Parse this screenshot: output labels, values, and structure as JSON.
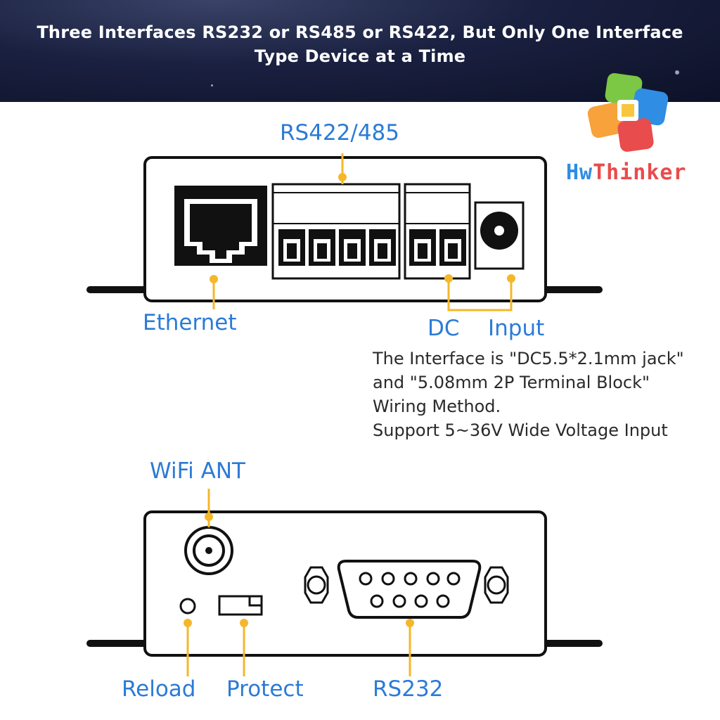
{
  "banner": {
    "title_line1": "Three Interfaces RS232 or RS485 or RS422, But Only One Interface",
    "title_line2": "Type Device at a Time"
  },
  "brand": {
    "part1": "Hw",
    "part2": "Thinker"
  },
  "top_panel": {
    "label_rs422_485": "RS422/485",
    "label_ethernet": "Ethernet",
    "label_dc": "DC",
    "label_input": "Input"
  },
  "note": {
    "line1": "The Interface is \"DC5.5*2.1mm jack\"",
    "line2": "and \"5.08mm 2P Terminal Block\"",
    "line3": "Wiring Method.",
    "line4": "Support 5~36V Wide Voltage Input"
  },
  "bottom_panel": {
    "label_wifi_ant": "WiFi ANT",
    "label_reload": "Reload",
    "label_protect": "Protect",
    "label_rs232": "RS232"
  },
  "colors": {
    "label_blue": "#2b7bd6",
    "leader_gold": "#f5b72a",
    "outline": "#111111"
  }
}
